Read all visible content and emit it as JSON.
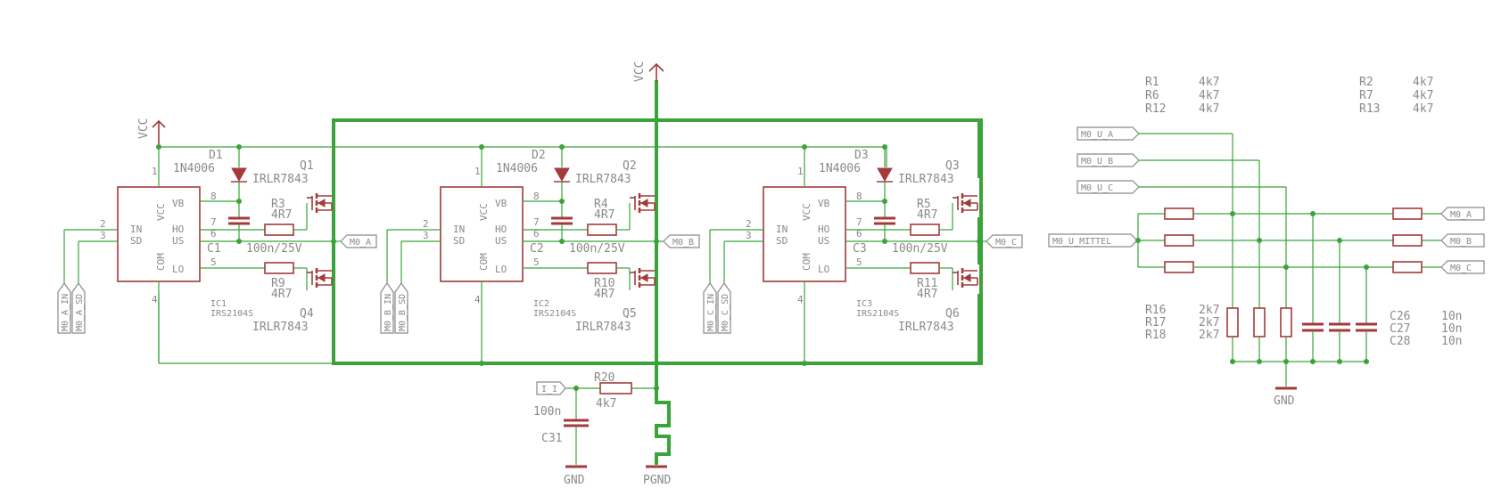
{
  "power": {
    "vcc": "VCC",
    "gnd": "GND",
    "pgnd": "PGND"
  },
  "stages": [
    {
      "ic": "IC1",
      "ic_type": "IRS2104S",
      "diode": "D1",
      "diode_type": "1N4006",
      "cap": "C1",
      "cap_val": "100n/25V",
      "r_hi": "R3",
      "r_hi_val": "4R7",
      "r_lo": "R9",
      "r_lo_val": "4R7",
      "q_hi": "Q1",
      "q_lo": "Q4",
      "fet": "IRLR7843",
      "out": "M0_A",
      "in": "M0_A_IN",
      "sd": "M0_A_SD"
    },
    {
      "ic": "IC2",
      "ic_type": "IRS2104S",
      "diode": "D2",
      "diode_type": "1N4006",
      "cap": "C2",
      "cap_val": "100n/25V",
      "r_hi": "R4",
      "r_hi_val": "4R7",
      "r_lo": "R10",
      "r_lo_val": "4R7",
      "q_hi": "Q2",
      "q_lo": "Q5",
      "fet": "IRLR7843",
      "out": "M0_B",
      "in": "M0_B_IN",
      "sd": "M0_B_SD"
    },
    {
      "ic": "IC3",
      "ic_type": "IRS2104S",
      "diode": "D3",
      "diode_type": "1N4006",
      "cap": "C3",
      "cap_val": "100n/25V",
      "r_hi": "R5",
      "r_hi_val": "4R7",
      "r_lo": "R11",
      "r_lo_val": "4R7",
      "q_hi": "Q3",
      "q_lo": "Q6",
      "fet": "IRLR7843",
      "out": "M0_C",
      "in": "M0_C_IN",
      "sd": "M0_C_SD"
    }
  ],
  "ic_pins": {
    "in": "IN",
    "sd": "SD",
    "vcc": "VCC",
    "com": "COM",
    "vb": "VB",
    "ho": "HO",
    "us": "US",
    "lo": "LO",
    "n1": "1",
    "n2": "2",
    "n3": "3",
    "n4": "4",
    "n5": "5",
    "n6": "6",
    "n7": "7",
    "n8": "8"
  },
  "sense": {
    "label": "I_I",
    "r": "R20",
    "r_val": "4k7",
    "c": "C31",
    "c_val": "100n"
  },
  "net": {
    "inputs": [
      "M0_U_A",
      "M0_U_B",
      "M0_U_C"
    ],
    "mittel": "M0_U_MITTEL",
    "outputs": [
      "M0_A",
      "M0_B",
      "M0_C"
    ],
    "top_left": [
      {
        "ref": "R1",
        "val": "4k7"
      },
      {
        "ref": "R6",
        "val": "4k7"
      },
      {
        "ref": "R12",
        "val": "4k7"
      }
    ],
    "top_right": [
      {
        "ref": "R2",
        "val": "4k7"
      },
      {
        "ref": "R7",
        "val": "4k7"
      },
      {
        "ref": "R13",
        "val": "4k7"
      }
    ],
    "bottom_r": [
      {
        "ref": "R16",
        "val": "2k7"
      },
      {
        "ref": "R17",
        "val": "2k7"
      },
      {
        "ref": "R18",
        "val": "2k7"
      }
    ],
    "bottom_c": [
      {
        "ref": "C26",
        "val": "10n"
      },
      {
        "ref": "C27",
        "val": "10n"
      },
      {
        "ref": "C28",
        "val": "10n"
      }
    ]
  }
}
